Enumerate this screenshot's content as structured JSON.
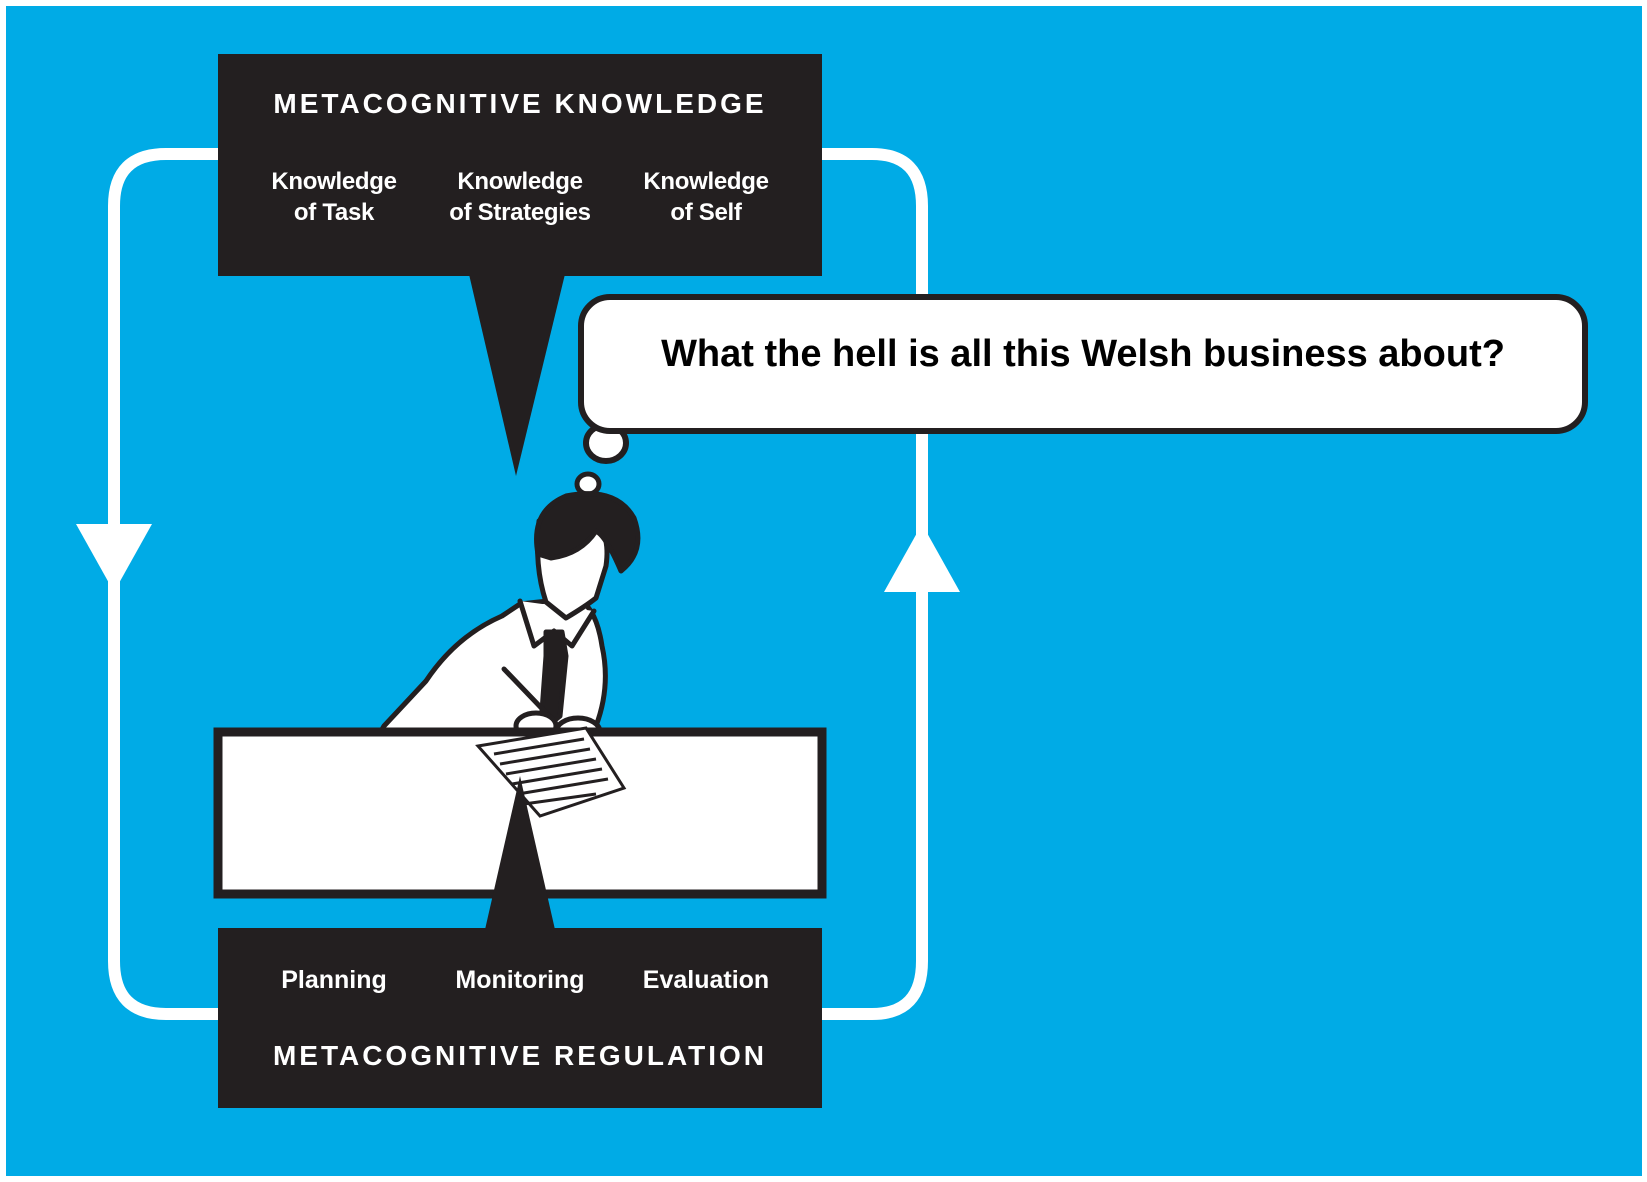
{
  "colors": {
    "background": "#00abe6",
    "box": "#231f20",
    "text_on_box": "#ffffff",
    "line": "#ffffff"
  },
  "knowledge": {
    "title": "METACOGNITIVE KNOWLEDGE",
    "items": [
      "Knowledge\nof Task",
      "Knowledge\nof Strategies",
      "Knowledge\nof Self"
    ]
  },
  "regulation": {
    "title": "METACOGNITIVE REGULATION",
    "items": [
      "Planning",
      "Monitoring",
      "Evaluation"
    ]
  },
  "thought_bubble": {
    "text": "What the hell is all this Welsh business about?"
  }
}
